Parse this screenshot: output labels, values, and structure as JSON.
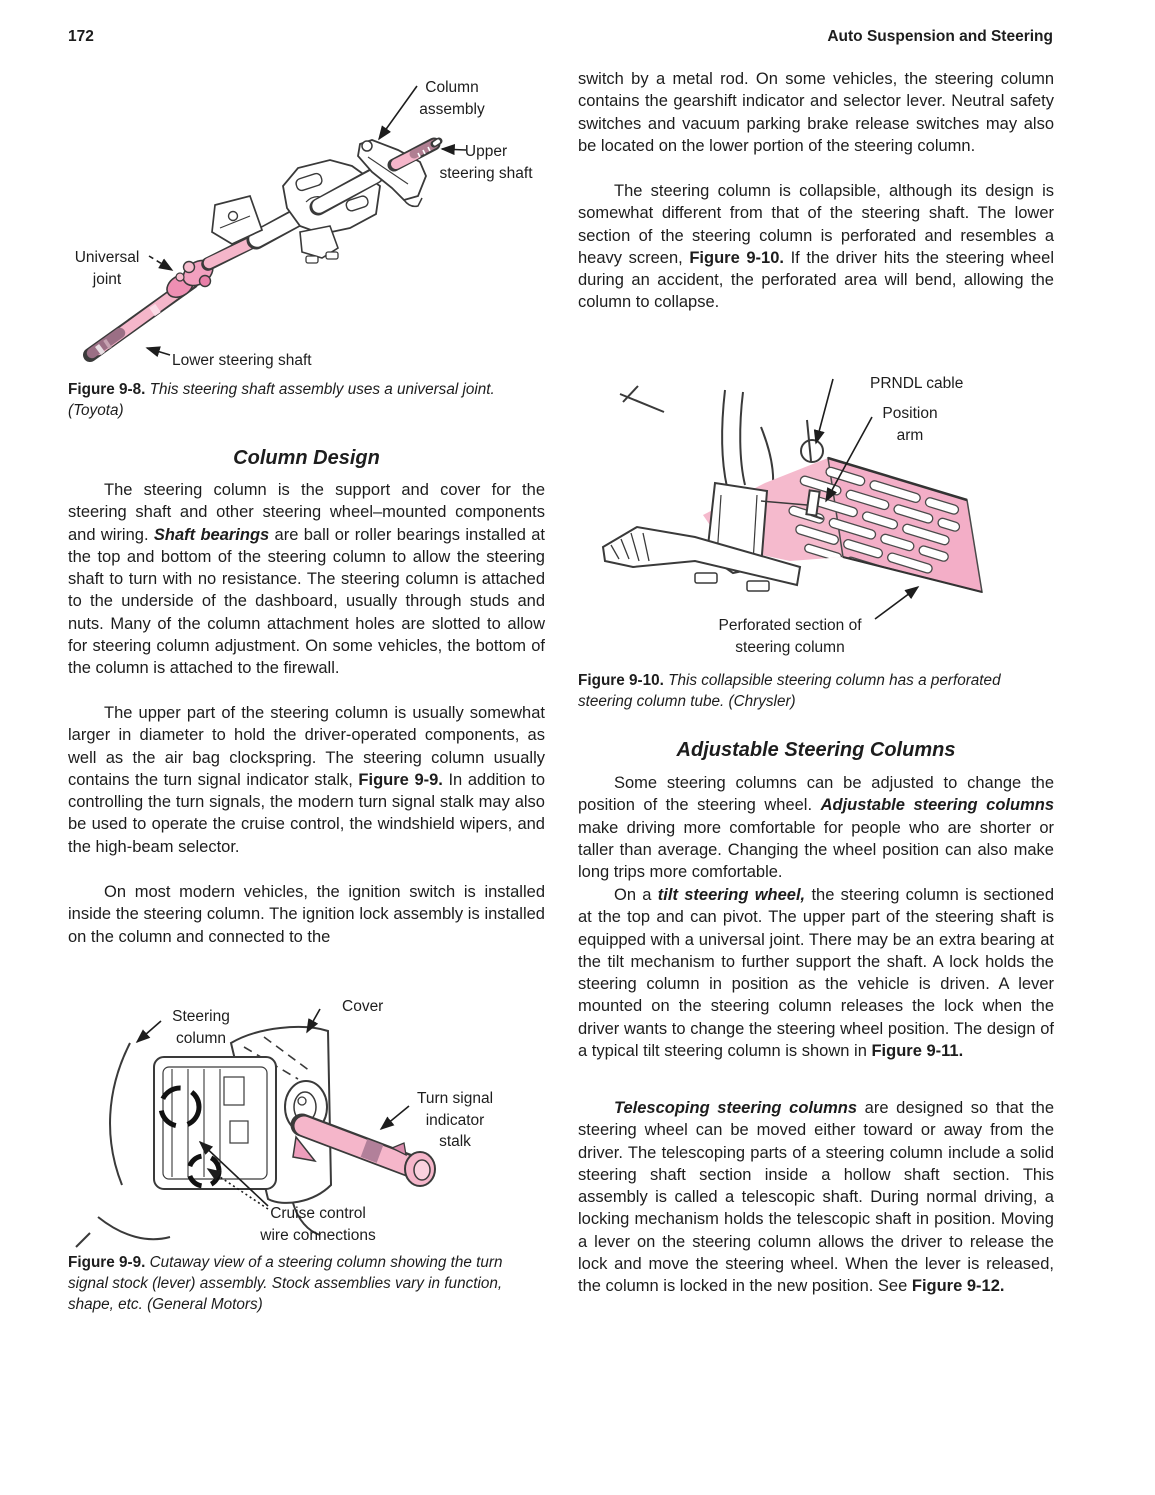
{
  "header": {
    "page_number": "172",
    "book_title": "Auto Suspension and Steering"
  },
  "colors": {
    "pink_light": "#F5B6CA",
    "pink_mid": "#EE8FB3",
    "pink_dark_tip": "#9B6F85",
    "panel_pink": "#F3AEC7",
    "ink": "#1D1D1D"
  },
  "left": {
    "fig8": {
      "labels": {
        "column_assembly": "Column\nassembly",
        "upper_shaft": "Upper\nsteering shaft",
        "universal_joint": "Universal\njoint",
        "lower_shaft": "Lower steering shaft"
      },
      "caption_label": "Figure 9-8.",
      "caption_text": " This steering shaft assembly uses a universal joint. (Toyota)"
    },
    "heading": "Column Design",
    "para1": {
      "s0": "The steering column is the support and cover for the steering shaft and other steering wheel–mounted components and wiring. ",
      "s1": "Shaft bearings",
      "s2": " are ball or roller bearings installed at the top and bottom of the steering column to allow the steering shaft to turn with no resistance. The steering column is attached to the underside of the dashboard, usually through studs and nuts. Many of the column attachment holes are slotted to allow for steering column adjustment. On some vehicles, the bottom of the column is attached to the firewall."
    },
    "para2": {
      "s0": "The upper part of the steering column is usually somewhat larger in diameter to hold the driver-operated components, as well as the air bag clockspring. The steering column usually contains the turn signal indicator stalk, ",
      "s1": "Figure 9-9.",
      "s2": " In addition to controlling the turn signals, the modern turn signal stalk may also be used to operate the cruise control, the windshield wipers, and the high-beam selector."
    },
    "para3": "On most modern vehicles, the ignition switch is installed inside the steering column. The ignition lock assembly is installed on the column and connected to the",
    "fig9": {
      "labels": {
        "steering_column": "Steering\ncolumn",
        "cover": "Cover",
        "turn_signal_stalk": "Turn signal\nindicator\nstalk",
        "cruise_control": "Cruise control\nwire connections"
      },
      "caption_label": "Figure 9-9.",
      "caption_text": " Cutaway view of a steering column showing the turn signal stock (lever) assembly. Stock assemblies vary in function, shape, etc. (General Motors)"
    }
  },
  "right": {
    "para1": "switch by a metal rod. On some vehicles, the steering column contains the gearshift indicator and selector lever. Neutral safety switches and vacuum parking brake release switches may also be located on the lower portion of the steering column.",
    "para2": {
      "s0": "The steering column is collapsible, although its design is somewhat different from that of the steering shaft. The lower section of the steering column is perforated and resembles a heavy screen, ",
      "s1": "Figure 9-10.",
      "s2": " If the driver hits the steering wheel during an accident, the perforated area will bend, allowing the column to collapse."
    },
    "fig10": {
      "labels": {
        "prndl_cable": "PRNDL cable",
        "position_arm": "Position\narm",
        "perforated_section": "Perforated section of\nsteering column"
      },
      "caption_label": "Figure 9-10.",
      "caption_text": " This collapsible steering column has a perforated steering column tube. (Chrysler)"
    },
    "heading": "Adjustable Steering Columns",
    "para3": {
      "s0": "Some steering columns can be adjusted to change the position of the steering wheel. ",
      "s1": "Adjustable steering columns",
      "s2": " make driving more comfortable for people who are shorter or taller than average. Changing the wheel position can also make long trips more comfortable."
    },
    "para4": {
      "s0": "On a ",
      "s1": "tilt steering wheel,",
      "s2": " the steering column is sectioned at the top and can pivot. The upper part of the steering shaft is equipped with a universal joint. There may be an extra bearing at the tilt mechanism to further support the shaft. A lock holds the steering column in position as the vehicle is driven. A lever mounted on the steering column releases the lock when the driver wants to change the steering wheel position. The design of a typical tilt steering column is shown in ",
      "s3": "Figure 9-11."
    },
    "para5": {
      "s0": "Telescoping steering columns",
      "s1": " are designed so that the steering wheel can be moved either toward or away from the driver. The telescoping parts of a steering column include a solid steering shaft section inside a hollow shaft section. This assembly is called a telescopic shaft. During normal driving, a locking mechanism holds the telescopic shaft in position. Moving a lever on the steering column allows the driver to release the lock and move the steering wheel. When the lever is released, the column is locked in the new position. See ",
      "s2": "Figure 9-12."
    }
  }
}
